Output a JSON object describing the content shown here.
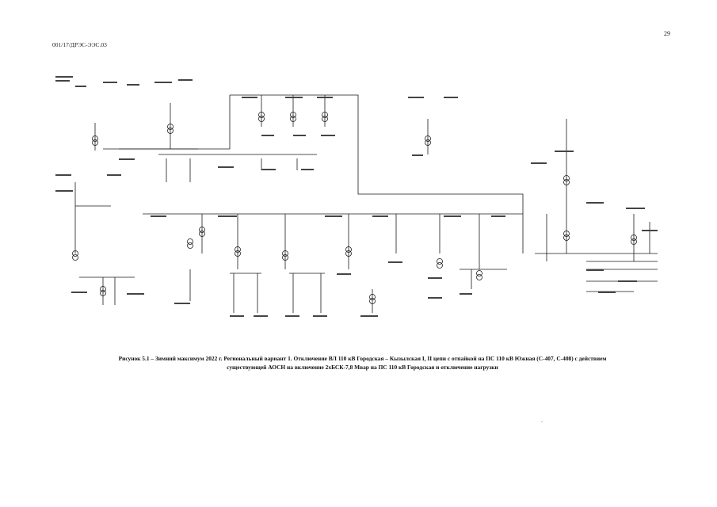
{
  "header": {
    "document_code": "001/17/ДРЭС-ЭЭС.03",
    "page_number": "29"
  },
  "figure": {
    "caption_line1": "Рисунок 5.1 – Зимний максимум 2022 г. Региональный вариант 1. Отключение ВЛ 110 кВ Городская – Кызылская I, II цепи с отпайкой на ПС 110 кВ Южная (С-407, С-408) с действием",
    "caption_line2": "существующей АОСН на включение 2хБСК-7,8 Мвар на ПС 110 кВ Городская и отключение нагрузки"
  },
  "colors": {
    "ink": "#1a1a1a",
    "paper": "#ffffff"
  }
}
